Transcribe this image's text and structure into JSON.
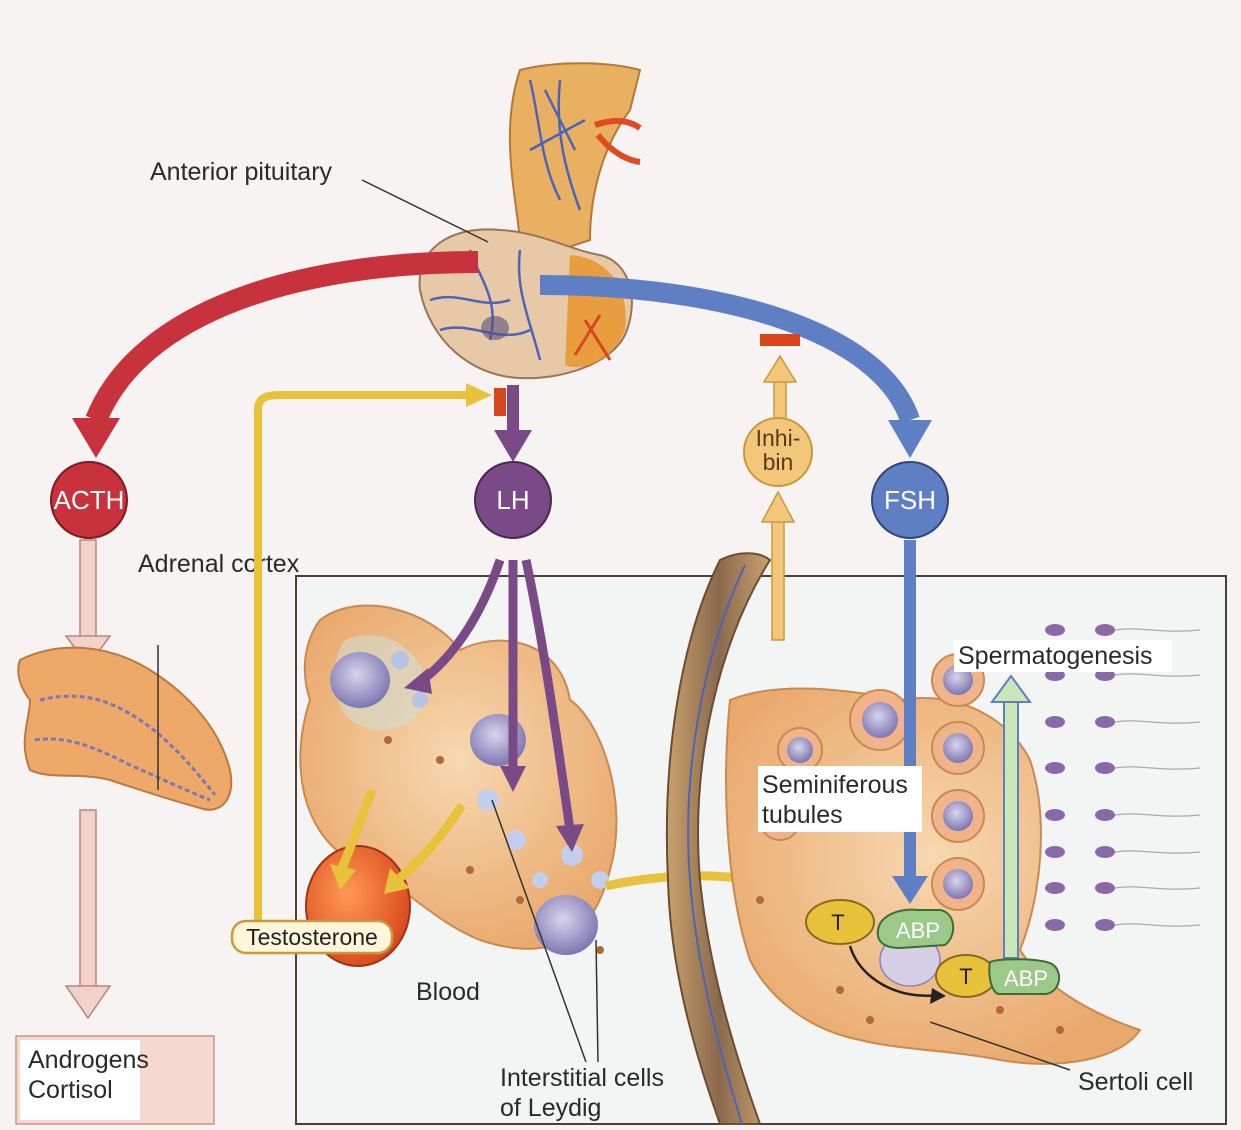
{
  "labels": {
    "anterior_pituitary": "Anterior pituitary",
    "adrenal_cortex": "Adrenal cortex",
    "androgens": "Androgens",
    "cortisol": "Cortisol",
    "testosterone": "Testosterone",
    "blood": "Blood",
    "interstitial_line1": "Interstitial cells",
    "interstitial_line2": "of Leydig",
    "seminiferous_line1": "Seminiferous",
    "seminiferous_line2": "tubules",
    "spermatogenesis": "Spermatogenesis",
    "sertoli": "Sertoli cell"
  },
  "hormones": {
    "acth": "ACTH",
    "lh": "LH",
    "fsh": "FSH",
    "inhibin_line1": "Inhi-",
    "inhibin_line2": "bin"
  },
  "binding": {
    "t": "T",
    "abp": "ABP"
  },
  "colors": {
    "acth": "#c8323c",
    "lh": "#7a4a86",
    "fsh": "#5f7fc4",
    "testosterone": "#e8c23a",
    "inhibin": "#f2c77a",
    "abp": "#9cc98a"
  }
}
